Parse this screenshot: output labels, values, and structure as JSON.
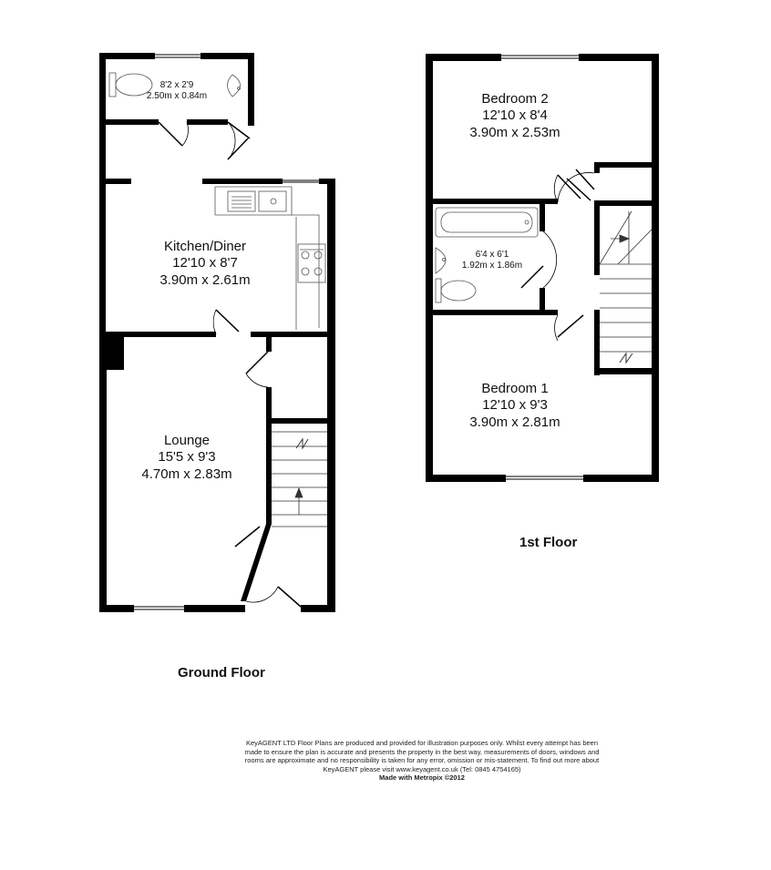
{
  "rooms": {
    "wc": {
      "name": "",
      "imperial": "8'2 x 2'9",
      "metric": "2.50m x 0.84m"
    },
    "kitchen": {
      "name": "Kitchen/Diner",
      "imperial": "12'10 x 8'7",
      "metric": "3.90m x 2.61m"
    },
    "lounge": {
      "name": "Lounge",
      "imperial": "15'5 x 9'3",
      "metric": "4.70m x 2.83m"
    },
    "bedroom2": {
      "name": "Bedroom 2",
      "imperial": "12'10 x 8'4",
      "metric": "3.90m x 2.53m"
    },
    "bathroom": {
      "name": "",
      "imperial": "6'4 x 6'1",
      "metric": "1.92m x 1.86m"
    },
    "bedroom1": {
      "name": "Bedroom 1",
      "imperial": "12'10 x 9'3",
      "metric": "3.90m x 2.81m"
    }
  },
  "floors": {
    "ground": "Ground Floor",
    "first": "1st Floor"
  },
  "disclaimer": {
    "text": "KeyAGENT LTD Floor Plans are produced and provided for illustration purposes only. Whilst every attempt has been made to ensure the plan is accurate and presents the property in the best way, measurements of doors, windows and rooms are approximate and no responsibility is taken for any error, omission or mis-statement. To find out more about KeyAGENT please visit www.keyagent.co.uk (Tel: 0845 4754165)",
    "made_with": "Made with Metropix ©2012"
  },
  "colors": {
    "wall": "#000000",
    "fixture": "#555555",
    "background": "#ffffff"
  }
}
